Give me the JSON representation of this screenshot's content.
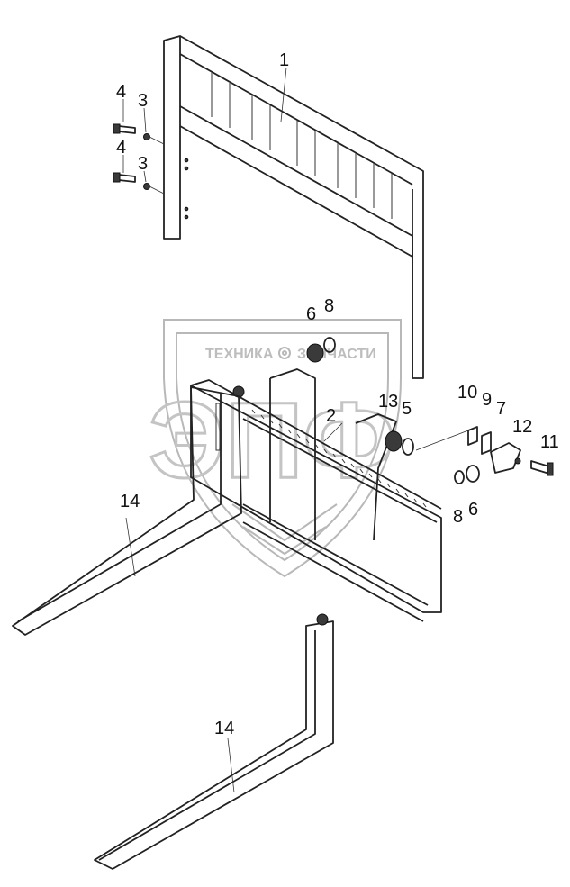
{
  "watermark": {
    "text_left": "ТЕХНИКА",
    "text_right": "ЗАПЧАСТИ",
    "monogram": "ЭПФ",
    "icon": "gear-icon"
  },
  "callouts": {
    "c1": "1",
    "c2": "2",
    "c3a": "3",
    "c3b": "3",
    "c4a": "4",
    "c4b": "4",
    "c5": "5",
    "c6a": "6",
    "c6b": "6",
    "c7": "7",
    "c8a": "8",
    "c8b": "8",
    "c9": "9",
    "c10": "10",
    "c11": "11",
    "c12": "12",
    "c13": "13",
    "c14a": "14",
    "c14b": "14"
  }
}
